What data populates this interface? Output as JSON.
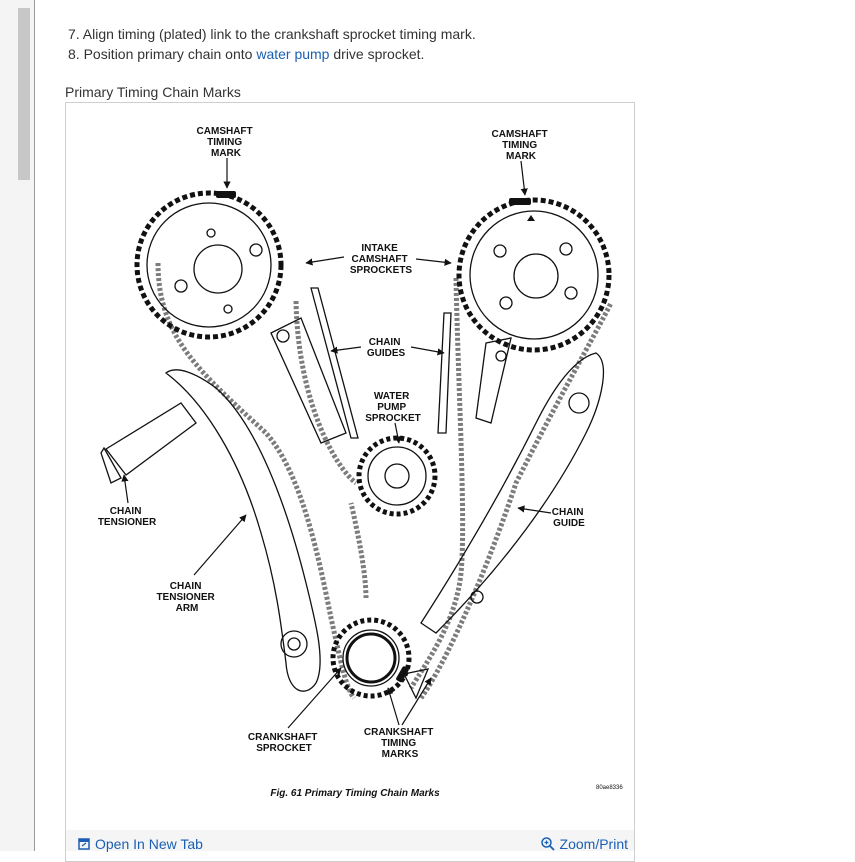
{
  "steps": [
    {
      "text": "7. Align timing (plated) link to the crankshaft sprocket timing mark."
    },
    {
      "before": "8. Position primary chain onto ",
      "link": "water pump",
      "after": " drive sprocket."
    }
  ],
  "figure": {
    "caption": "Primary Timing Chain Marks",
    "labels": {
      "camshaft_timing_mark_left": [
        "CAMSHAFT",
        "TIMING",
        "MARK"
      ],
      "camshaft_timing_mark_right": [
        "CAMSHAFT",
        "TIMING",
        "MARK"
      ],
      "intake_camshaft_sprockets": [
        "INTAKE",
        "CAMSHAFT",
        "SPROCKETS"
      ],
      "chain_guides": [
        "CHAIN",
        "GUIDES"
      ],
      "water_pump_sprocket": [
        "WATER",
        "PUMP",
        "SPROCKET"
      ],
      "chain_tensioner": [
        "CHAIN",
        "TENSIONER"
      ],
      "chain_guide": [
        "CHAIN",
        "GUIDE"
      ],
      "chain_tensioner_arm": [
        "CHAIN",
        "TENSIONER",
        "ARM"
      ],
      "crankshaft_sprocket": [
        "CRANKSHAFT",
        "SPROCKET"
      ],
      "crankshaft_timing_marks": [
        "CRANKSHAFT",
        "TIMING",
        "MARKS"
      ]
    },
    "title": "Fig. 61 Primary Timing Chain Marks",
    "code": "80ae8336"
  },
  "footer": {
    "open_tab": "Open In New Tab",
    "zoom": "Zoom/Print",
    "open_tab_icon": "open-in-new-tab-icon",
    "zoom_icon": "zoom-in-icon"
  },
  "colors": {
    "link": "#1a5fb4"
  }
}
